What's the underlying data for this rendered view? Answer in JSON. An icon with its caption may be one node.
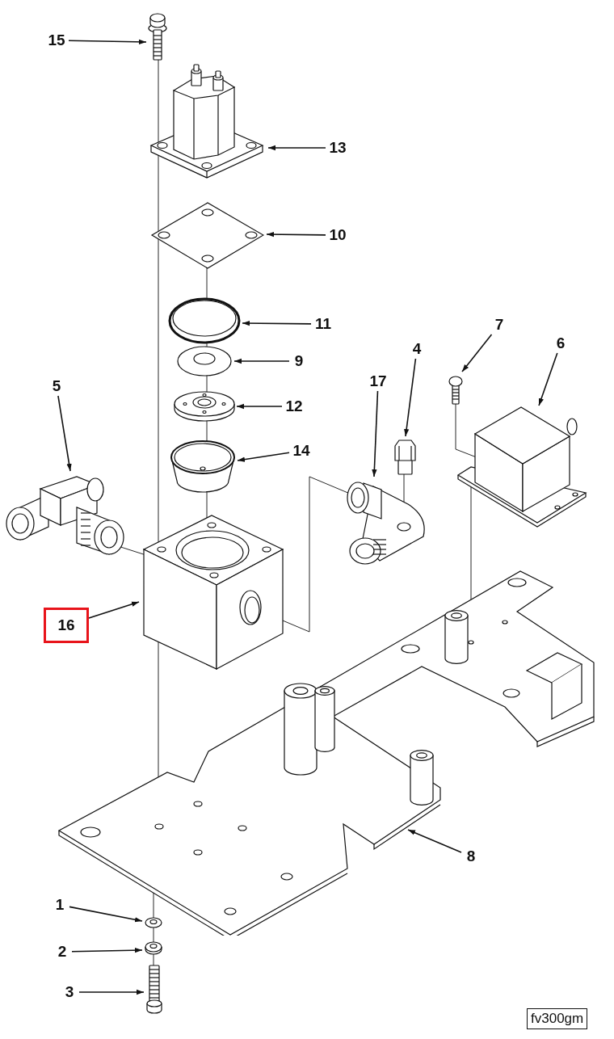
{
  "diagram": {
    "nodes": [
      {
        "text": [
          "15"
        ]
      },
      {
        "text": [],
        "shape": "picture"
      },
      {
        "text": [
          "13"
        ]
      },
      {
        "text": [],
        "shape": "picture"
      },
      {
        "text": [
          "10"
        ]
      },
      {
        "text": [],
        "shape": "picture"
      },
      {
        "text": [
          "11"
        ]
      },
      {
        "text": [],
        "shape": "picture"
      },
      {
        "text": [
          "9"
        ]
      },
      {
        "text": [],
        "shape": "picture"
      },
      {
        "text": [
          "7"
        ]
      },
      {
        "text": [],
        "shape": "picture"
      },
      {
        "text": [
          "6"
        ]
      },
      {
        "text": [],
        "shape": "picture"
      },
      {
        "text": [
          "4"
        ]
      },
      {
        "text": [],
        "shape": "picture"
      },
      {
        "text": [
          "17"
        ]
      },
      {
        "text": [],
        "shape": "picture"
      },
      {
        "text": [
          "12"
        ]
      },
      {
        "text": [],
        "shape": "picture"
      },
      {
        "text": [
          "14"
        ]
      },
      {
        "text": [],
        "shape": "picture"
      },
      {
        "text": [
          "5"
        ]
      },
      {
        "text": [],
        "shape": "picture"
      },
      {
        "text": [
          "16"
        ]
      },
      {
        "text": [],
        "shape": "picture"
      },
      {
        "text": [
          "8"
        ]
      },
      {
        "text": [],
        "shape": "picture"
      },
      {
        "text": [
          "1"
        ]
      },
      {
        "text": [],
        "shape": "picture"
      },
      {
        "text": [
          "2"
        ]
      },
      {
        "text": [],
        "shape": "picture"
      },
      {
        "text": [
          "3"
        ]
      },
      {
        "text": [],
        "shape": "picture"
      }
    ],
    "edges": [
      {
        "from": 0,
        "to": 1,
        "arrow": "to"
      },
      {
        "from": 2,
        "to": 3,
        "arrow": "to"
      },
      {
        "from": 4,
        "to": 5,
        "arrow": "to"
      },
      {
        "from": 6,
        "to": 7,
        "arrow": "to"
      },
      {
        "from": 8,
        "to": 9,
        "arrow": "to"
      },
      {
        "from": 10,
        "to": 11,
        "arrow": "to"
      },
      {
        "from": 12,
        "to": 13,
        "arrow": "to"
      },
      {
        "from": 14,
        "to": 15,
        "arrow": "to"
      },
      {
        "from": 16,
        "to": 17,
        "arrow": "to"
      },
      {
        "from": 18,
        "to": 19,
        "arrow": "to"
      },
      {
        "from": 20,
        "to": 21,
        "arrow": "to"
      },
      {
        "from": 22,
        "to": 23,
        "arrow": "to"
      },
      {
        "from": 24,
        "to": 25,
        "arrow": "to"
      },
      {
        "from": 26,
        "to": 27,
        "arrow": "to"
      },
      {
        "from": 28,
        "to": 29,
        "arrow": "to"
      },
      {
        "from": 30,
        "to": 31,
        "arrow": "to"
      },
      {
        "from": 32,
        "to": 33,
        "arrow": "to"
      },
      {
        "from": 1,
        "to": 3,
        "arrow": "none"
      },
      {
        "from": 3,
        "to": 5,
        "arrow": "none"
      },
      {
        "from": 5,
        "to": 25,
        "arrow": "none"
      },
      {
        "from": 5,
        "to": 7,
        "arrow": "none"
      },
      {
        "from": 7,
        "to": 9,
        "arrow": "none"
      },
      {
        "from": 9,
        "to": 19,
        "arrow": "none"
      },
      {
        "from": 19,
        "to": 21,
        "arrow": "none"
      },
      {
        "from": 21,
        "to": 25,
        "arrow": "none"
      },
      {
        "from": 23,
        "to": 25,
        "arrow": "none"
      },
      {
        "from": 25,
        "to": 17,
        "arrow": "none"
      },
      {
        "from": 15,
        "to": 17,
        "arrow": "none"
      },
      {
        "from": 11,
        "to": 13,
        "arrow": "none"
      },
      {
        "from": 13,
        "to": 27,
        "arrow": "none"
      },
      {
        "from": 25,
        "to": 27,
        "arrow": "none"
      },
      {
        "from": 27,
        "to": 29,
        "arrow": "none"
      },
      {
        "from": 29,
        "to": 31,
        "arrow": "none"
      },
      {
        "from": 31,
        "to": 33,
        "arrow": "none"
      }
    ],
    "labels": [
      "fv300gm"
    ]
  }
}
